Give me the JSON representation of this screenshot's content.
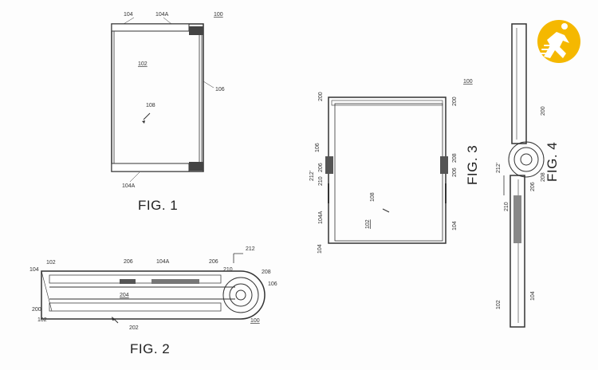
{
  "sheet_ref": "100",
  "fig1": {
    "title": "FIG. 1",
    "labels": {
      "top_left": "104",
      "top_mid": "104A",
      "ref": "100",
      "panel": "102",
      "side": "106",
      "arrow": "108",
      "bottom": "104A"
    }
  },
  "fig2": {
    "title": "FIG. 2",
    "labels": {
      "l102a": "102",
      "l104": "104",
      "l200": "200",
      "l102b": "102",
      "l206a": "206",
      "l104a": "104A",
      "l206b": "206",
      "l210": "210",
      "l212": "212",
      "l208": "208",
      "l106": "106",
      "l204": "204",
      "l202": "202",
      "l100": "100"
    }
  },
  "fig3": {
    "title": "FIG. 3",
    "labels": {
      "l100": "100",
      "l200a": "200",
      "l200b": "200",
      "l106": "106",
      "l206a": "206",
      "l212": "212'",
      "l210": "210",
      "l208": "208",
      "l206b": "206",
      "l108": "108",
      "l104a": "104A",
      "l102": "102",
      "l104": "104",
      "l104b": "104"
    }
  },
  "fig4": {
    "title": "FIG. 4",
    "labels": {
      "l200": "200",
      "l212": "212'",
      "l208": "208",
      "l206": "206",
      "l210": "210",
      "l102": "102",
      "l104": "104"
    }
  },
  "badge": {
    "icon": "running-person-icon",
    "color": "#f5b800"
  }
}
